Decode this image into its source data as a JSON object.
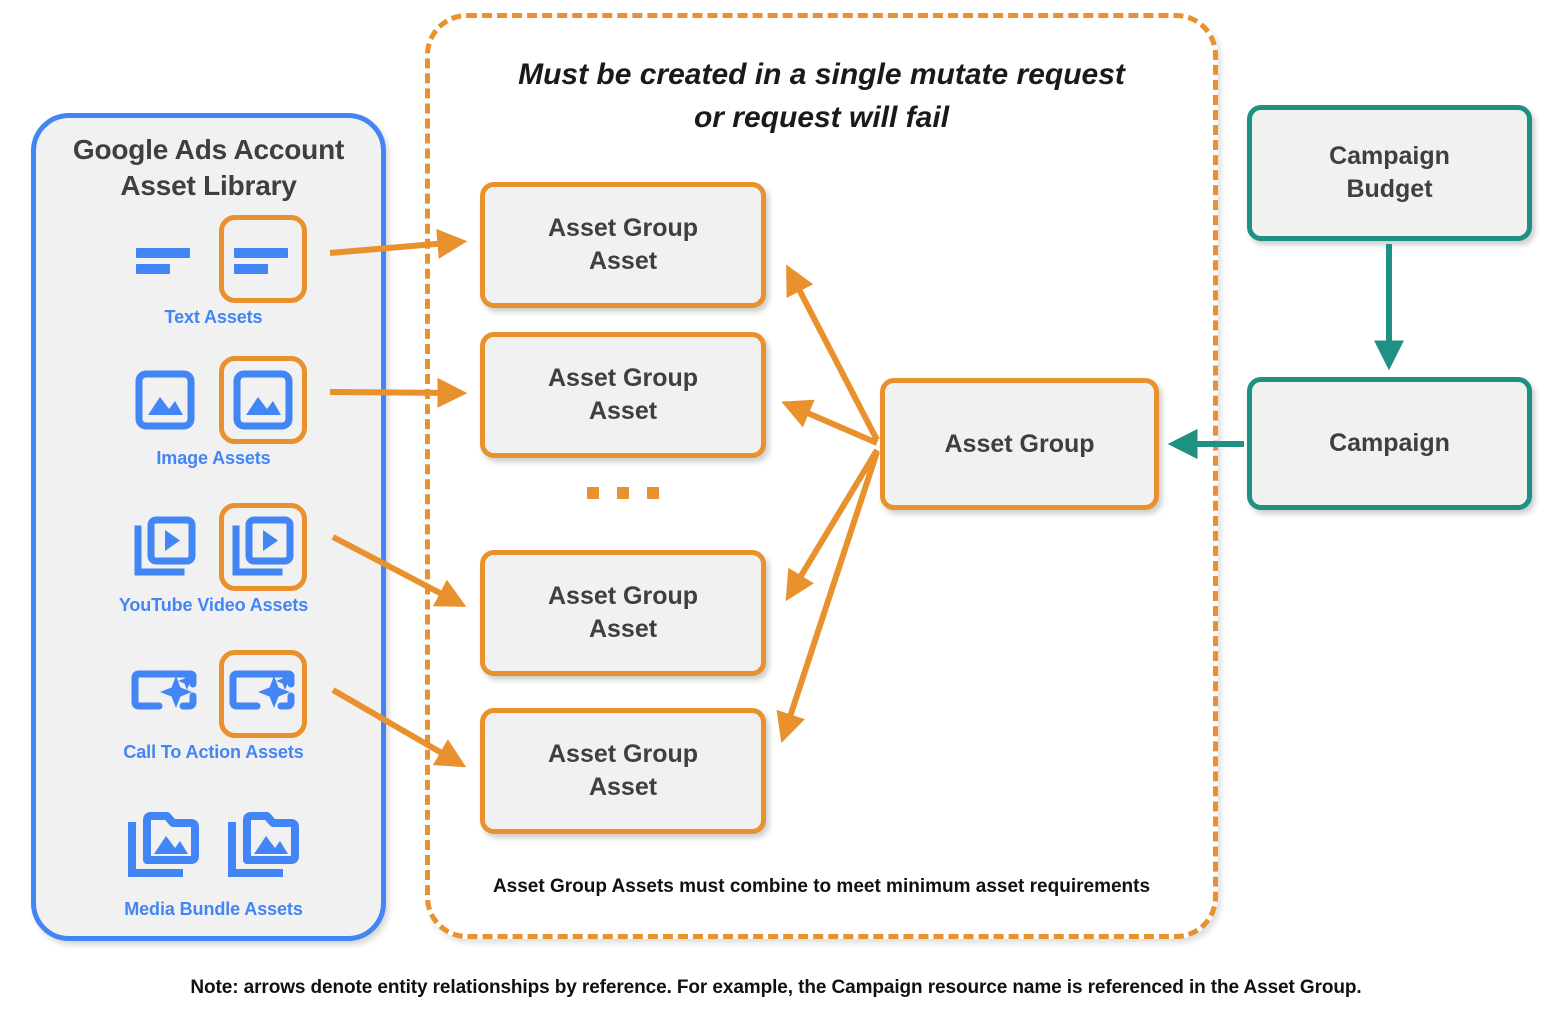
{
  "library": {
    "title": "Google Ads Account\nAsset Library",
    "title_line1": "Google Ads Account",
    "title_line2": "Asset Library",
    "border_color": "#4285F4",
    "items": [
      {
        "label": "Text Assets",
        "icon": "text-asset-icon",
        "highlighted": true
      },
      {
        "label": "Image Assets",
        "icon": "image-asset-icon",
        "highlighted": true
      },
      {
        "label": "YouTube Video  Assets",
        "icon": "youtube-video-asset-icon",
        "highlighted": true
      },
      {
        "label": "Call To Action Assets",
        "icon": "call-to-action-asset-icon",
        "highlighted": true
      },
      {
        "label": "Media Bundle  Assets",
        "icon": "media-bundle-asset-icon",
        "highlighted": false
      }
    ]
  },
  "mutate_container": {
    "heading_line1": "Must be created in a single mutate request",
    "heading_line2": "or request will fail",
    "footnote": "Asset Group Assets must combine to meet minimum asset requirements",
    "border_color": "#E8912D",
    "border_style": "dashed"
  },
  "nodes": {
    "asset_group_asset_1": "Asset Group\nAsset",
    "asset_group_asset_1_l1": "Asset Group",
    "asset_group_asset_1_l2": "Asset",
    "asset_group_asset_2_l1": "Asset Group",
    "asset_group_asset_2_l2": "Asset",
    "asset_group_asset_3_l1": "Asset Group",
    "asset_group_asset_3_l2": "Asset",
    "asset_group_asset_4_l1": "Asset Group",
    "asset_group_asset_4_l2": "Asset",
    "asset_group": "Asset Group",
    "campaign_budget_l1": "Campaign",
    "campaign_budget_l2": "Budget",
    "campaign": "Campaign",
    "ellipsis": "..."
  },
  "colors": {
    "orange": "#E8912D",
    "teal": "#1E9182",
    "blue": "#4285F4",
    "node_fill": "#F1F1F1",
    "text": "#3C4043"
  },
  "bottom_note": "Note: arrows denote entity relationships by reference. For example, the Campaign resource name is referenced in the Asset Group."
}
